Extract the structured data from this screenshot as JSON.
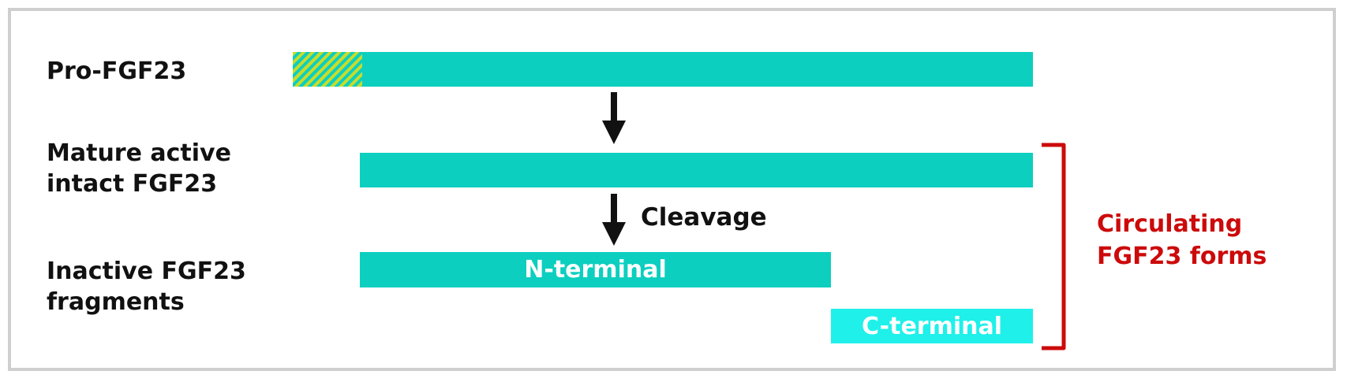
{
  "labels": {
    "pro": "Pro-FGF23",
    "mature_line1": "Mature active",
    "mature_line2": "intact FGF23",
    "inactive_line1": "Inactive FGF23",
    "inactive_line2": "fragments"
  },
  "bars": {
    "n_terminal": "N-terminal",
    "c_terminal": "C-terminal"
  },
  "cleavage_label": "Cleavage",
  "circulating": {
    "line1": "Circulating",
    "line2": "FGF23 forms"
  },
  "colors": {
    "bar_teal": "#0ccfbf",
    "bar_light": "#1ff0ea",
    "signal_stripe": "#c8dc2a",
    "bracket_red": "#cc0a0a"
  }
}
